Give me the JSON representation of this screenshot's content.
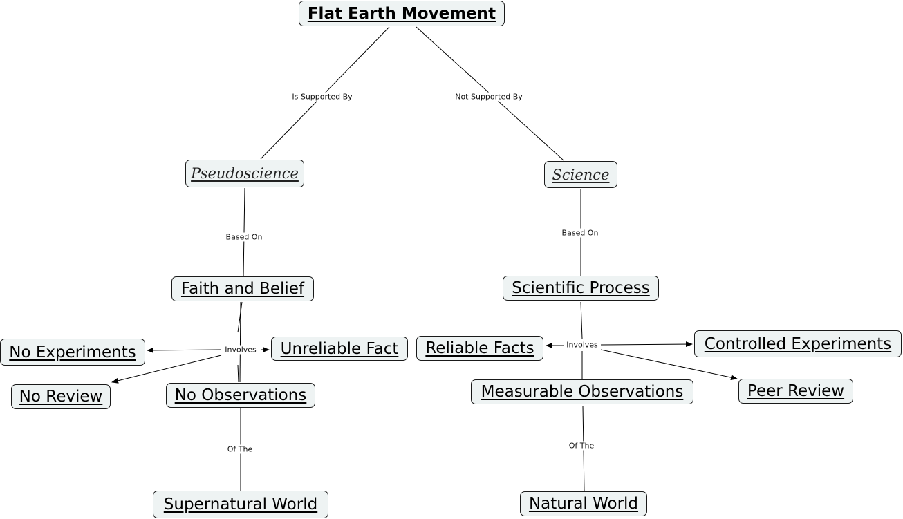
{
  "nodes": {
    "flat_earth_movement": "Flat Earth Movement",
    "pseudoscience": "Pseudoscience",
    "science": "Science",
    "faith_and_belief": "Faith and Belief",
    "scientific_process": "Scientific Process",
    "no_experiments": "No Experiments",
    "unreliable_fact": "Unreliable Fact",
    "no_review": "No Review",
    "no_observations": "No Observations",
    "reliable_facts": "Reliable Facts",
    "controlled_experiments": "Controlled Experiments",
    "measurable_observations": "Measurable Observations",
    "peer_review": "Peer Review",
    "supernatural_world": "Supernatural World",
    "natural_world": "Natural World"
  },
  "links": {
    "is_supported_by": "Is Supported By",
    "not_supported_by": "Not Supported By",
    "based_on_left": "Based On",
    "based_on_right": "Based On",
    "involves_left": "Involves",
    "involves_right": "Involves",
    "of_the_left": "Of The",
    "of_the_right": "Of The"
  }
}
